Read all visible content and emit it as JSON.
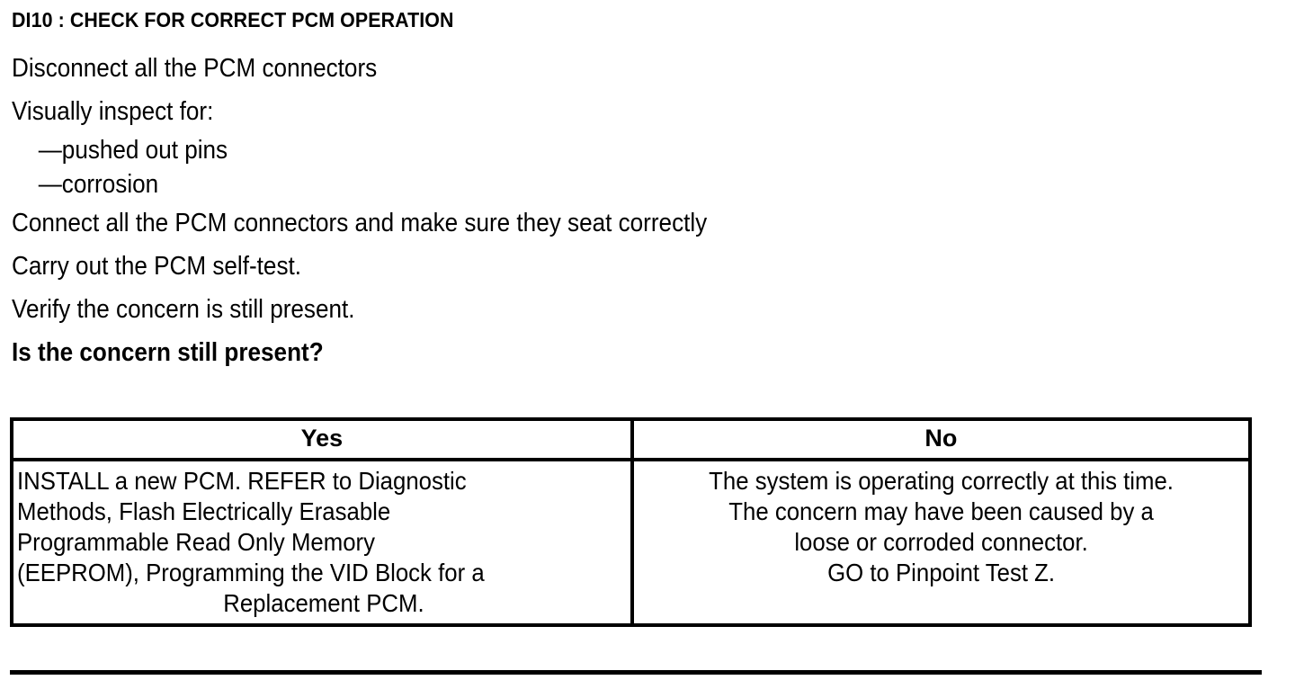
{
  "document": {
    "step_title": "DI10 : CHECK FOR CORRECT PCM OPERATION",
    "procedure": [
      {
        "text": "Disconnect all the PCM connectors",
        "bold": false,
        "indent": false
      },
      {
        "text": "Visually inspect for:",
        "bold": false,
        "indent": false
      },
      {
        "text": "—pushed out pins",
        "bold": false,
        "indent": true
      },
      {
        "text": "—corrosion",
        "bold": false,
        "indent": true
      },
      {
        "text": "Connect all the PCM connectors and make sure they seat correctly",
        "bold": false,
        "indent": false
      },
      {
        "text": "Carry out the PCM self-test.",
        "bold": false,
        "indent": false
      },
      {
        "text": "Verify the concern is still present.",
        "bold": false,
        "indent": false
      },
      {
        "text": "Is the concern still present?",
        "bold": true,
        "indent": false
      }
    ],
    "decision_table": {
      "headers": {
        "yes": "Yes",
        "no": "No"
      },
      "yes_cell_lines": [
        "INSTALL a new PCM. REFER to Diagnostic",
        "Methods,  Flash Electrically Erasable",
        "Programmable Read Only Memory",
        "(EEPROM), Programming the VID Block for a",
        "Replacement PCM."
      ],
      "no_cell_lines": [
        "The system is operating correctly at this time.",
        "The concern may have been caused by a",
        "loose or corroded connector.",
        "GO to Pinpoint Test Z."
      ]
    }
  }
}
